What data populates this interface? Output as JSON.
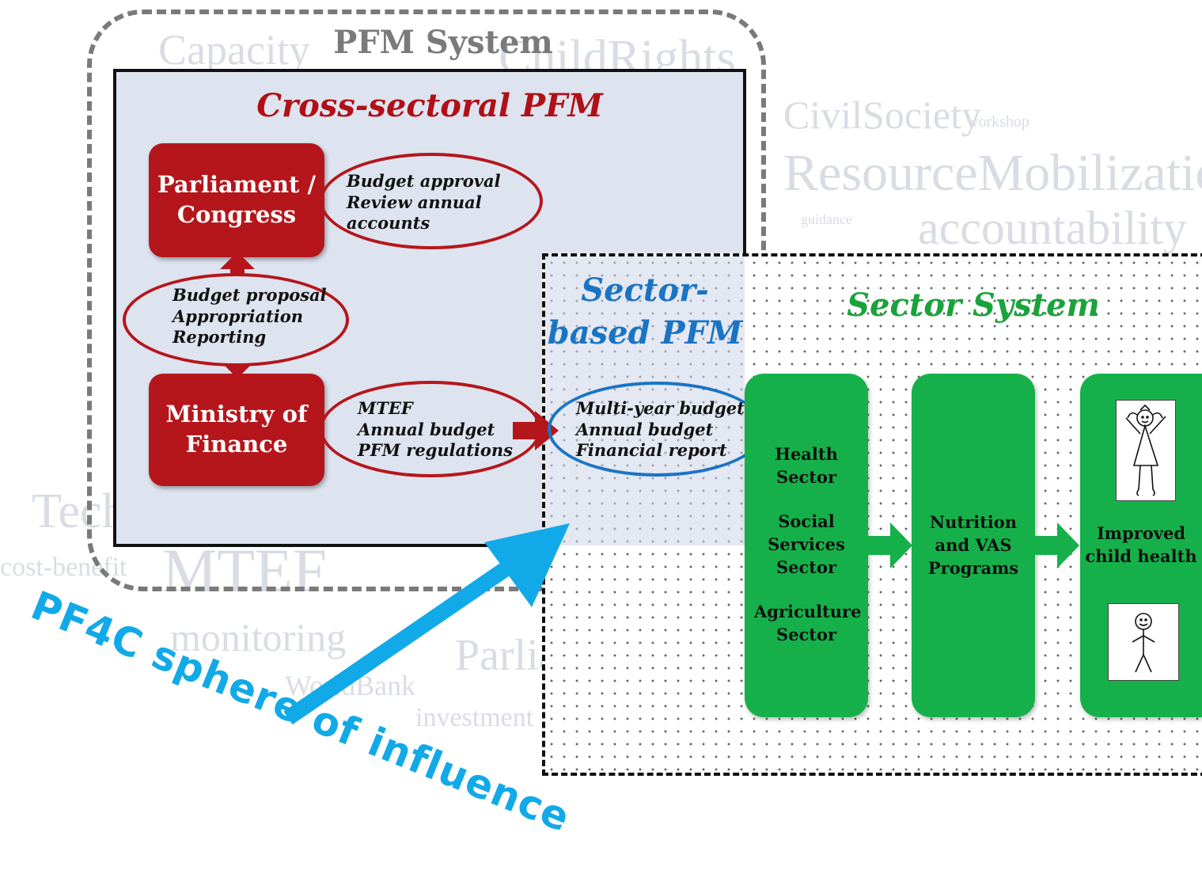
{
  "background_words": [
    "Capacity",
    "ChildRights",
    "CivilSociety",
    "ResourceMobilization",
    "accountability",
    "monitoring",
    "WorldBank",
    "investment",
    "MTEF",
    "Parliament",
    "cost-benefit",
    "Technical",
    "guidance",
    "workshop"
  ],
  "pfm_system": {
    "title": "PFM System"
  },
  "cross_sectoral": {
    "title": "Cross-sectoral PFM",
    "parliament": {
      "label_line1": "Parliament /",
      "label_line2": "Congress"
    },
    "parliament_ellipse": [
      "Budget approval",
      "Review annual",
      "accounts"
    ],
    "middle_ellipse": [
      "Budget proposal",
      "Appropriation",
      "Reporting"
    ],
    "ministry": {
      "label_line1": "Ministry of",
      "label_line2": "Finance"
    },
    "ministry_ellipse": [
      "MTEF",
      "Annual budget",
      "PFM regulations"
    ]
  },
  "sector_based": {
    "title_line1": "Sector-",
    "title_line2": "based PFM",
    "ellipse": [
      "Multi-year budget",
      "Annual budget",
      "Financial report"
    ]
  },
  "sector_system": {
    "title": "Sector System",
    "sectors": [
      "Health Sector",
      "Social Services Sector",
      "Agriculture Sector"
    ],
    "programs": [
      "Nutrition",
      "and VAS",
      "Programs"
    ],
    "outcome": [
      "Improved",
      "child health"
    ]
  },
  "influence_label": "PF4C sphere of influence",
  "colors": {
    "red": "#b5161c",
    "green": "#16b04a",
    "blue": "#1a74c4",
    "arrow_cyan": "#12a9e8",
    "gray": "#7a7a7a"
  }
}
